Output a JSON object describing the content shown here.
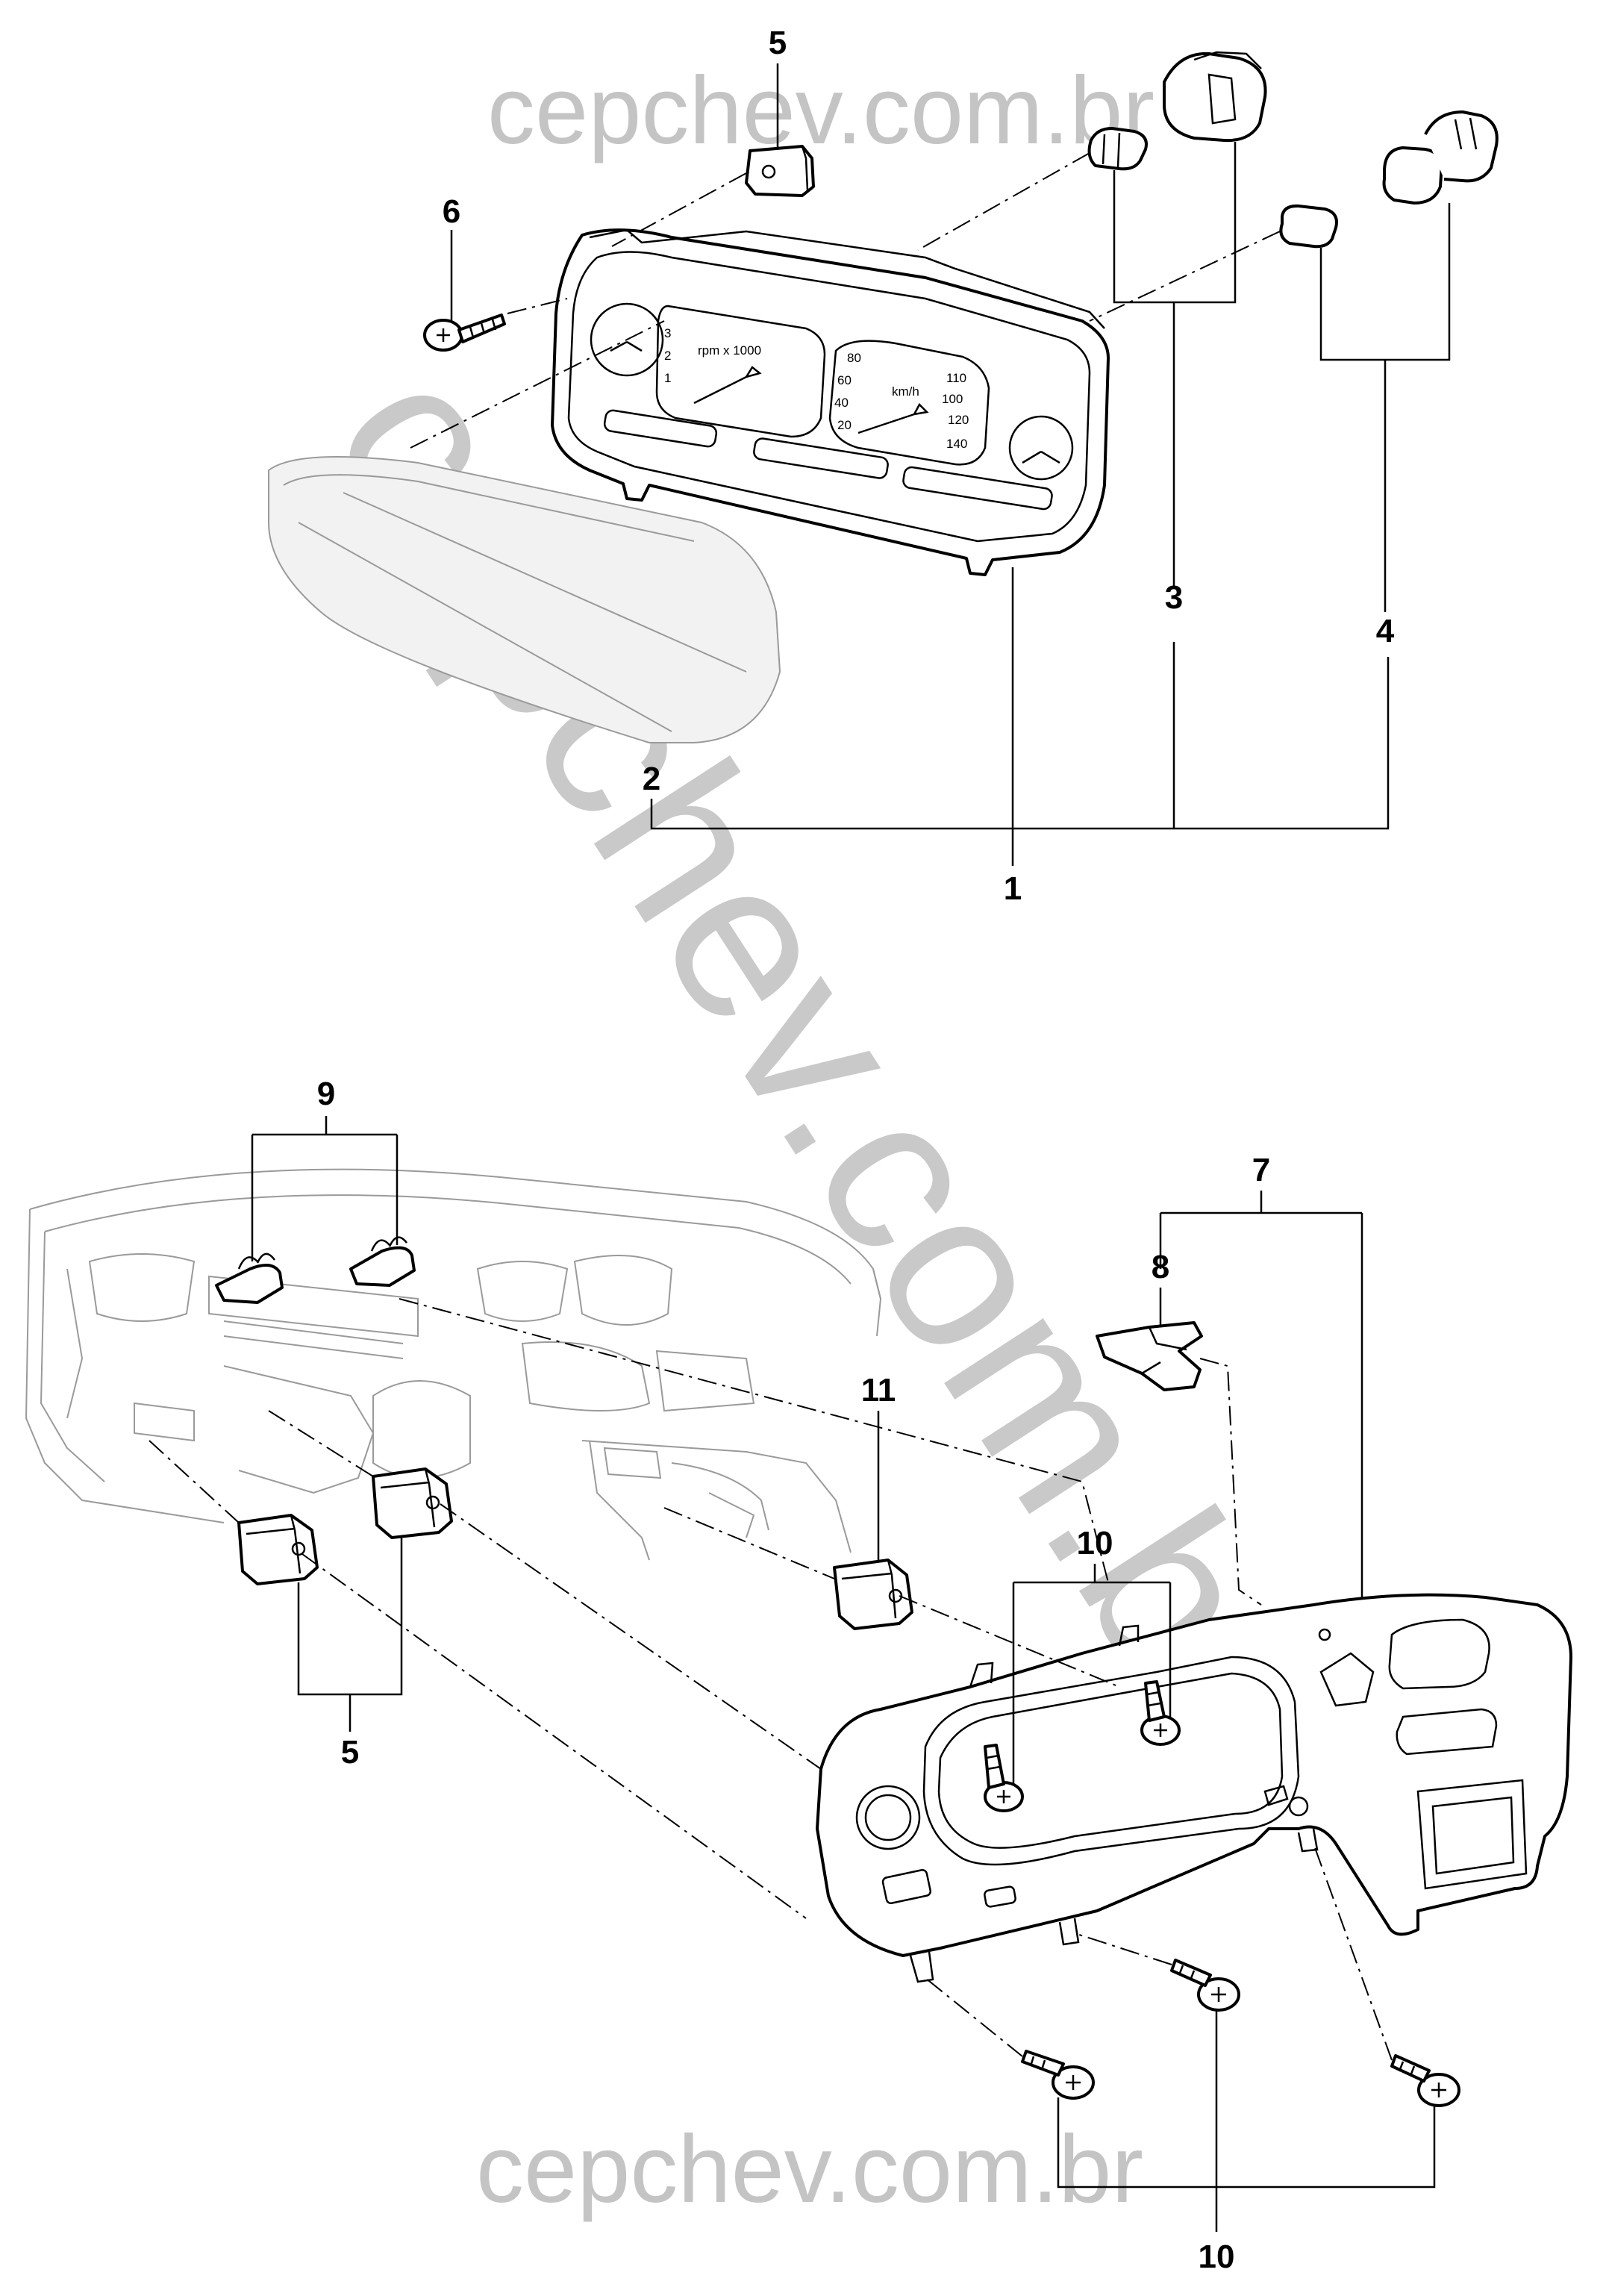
{
  "watermark": {
    "top": "cepchev.com.br",
    "diagonal": "cepchev.com.br",
    "bottom": "cepchev.com.br",
    "color": "#c4c4c4"
  },
  "callouts": {
    "c1": "1",
    "c2": "2",
    "c3": "3",
    "c4": "4",
    "c5_top": "5",
    "c6": "6",
    "c7": "7",
    "c8": "8",
    "c9": "9",
    "c10_top": "10",
    "c10_bottom": "10",
    "c11": "11",
    "c5_bottom": "5"
  },
  "gauges": {
    "speed_labels": [
      "80",
      "60",
      "40",
      "20",
      "110",
      "100",
      "120",
      "140"
    ],
    "speed_unit": "km/h",
    "tach_labels": [
      "3",
      "2",
      "1"
    ],
    "tach_unit": "rpm x 1000"
  }
}
